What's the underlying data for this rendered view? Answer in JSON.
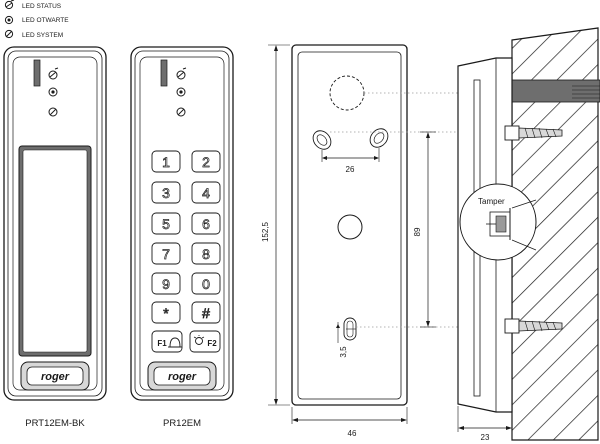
{
  "legend": [
    {
      "label": "LED STATUS",
      "icon": "led-status-icon"
    },
    {
      "label": "LED OTWARTE",
      "icon": "led-open-icon"
    },
    {
      "label": "LED SYSTEM",
      "icon": "led-system-icon"
    }
  ],
  "readers": {
    "left_caption": "PRT12EM-BK",
    "right_caption": "PR12EM",
    "brand": "roger"
  },
  "keypad": {
    "keys": [
      "1",
      "2",
      "3",
      "4",
      "5",
      "6",
      "7",
      "8",
      "9",
      "0",
      "*",
      "#",
      "F1",
      "F2"
    ]
  },
  "front_view": {
    "dim_height": "152,5",
    "dim_width": "46",
    "dim_hole_spacing": "26",
    "dim_vertical": "89",
    "dim_slot": "3,5"
  },
  "side_view": {
    "tamper_label": "Tamper",
    "dim_depth": "23"
  },
  "colors": {
    "line": "#1a1a1a",
    "fill_dark": "#6e6e6e",
    "fill_light": "#d8d8d8",
    "dotted": "#9a9a9a"
  }
}
